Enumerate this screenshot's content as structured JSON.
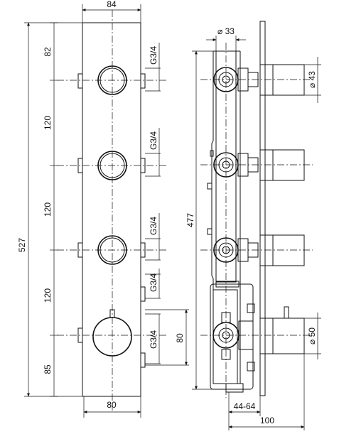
{
  "front_view": {
    "dim_top": "84",
    "dim_bottom": "80",
    "dim_total": "527",
    "dim_spacing": [
      "82",
      "120",
      "120",
      "120",
      "85"
    ],
    "thread_labels": [
      "G3/4",
      "G3/4",
      "G3/4",
      "G3/4",
      "G3/4"
    ],
    "dim_outlet": "80"
  },
  "side_view": {
    "dim_pipe_dia": "⌀ 33",
    "dim_handle_dia": "⌀ 43",
    "dim_knob_dia": "⌀ 50",
    "dim_height": "477",
    "dim_depth_range": "44-64",
    "dim_total_depth": "100"
  }
}
